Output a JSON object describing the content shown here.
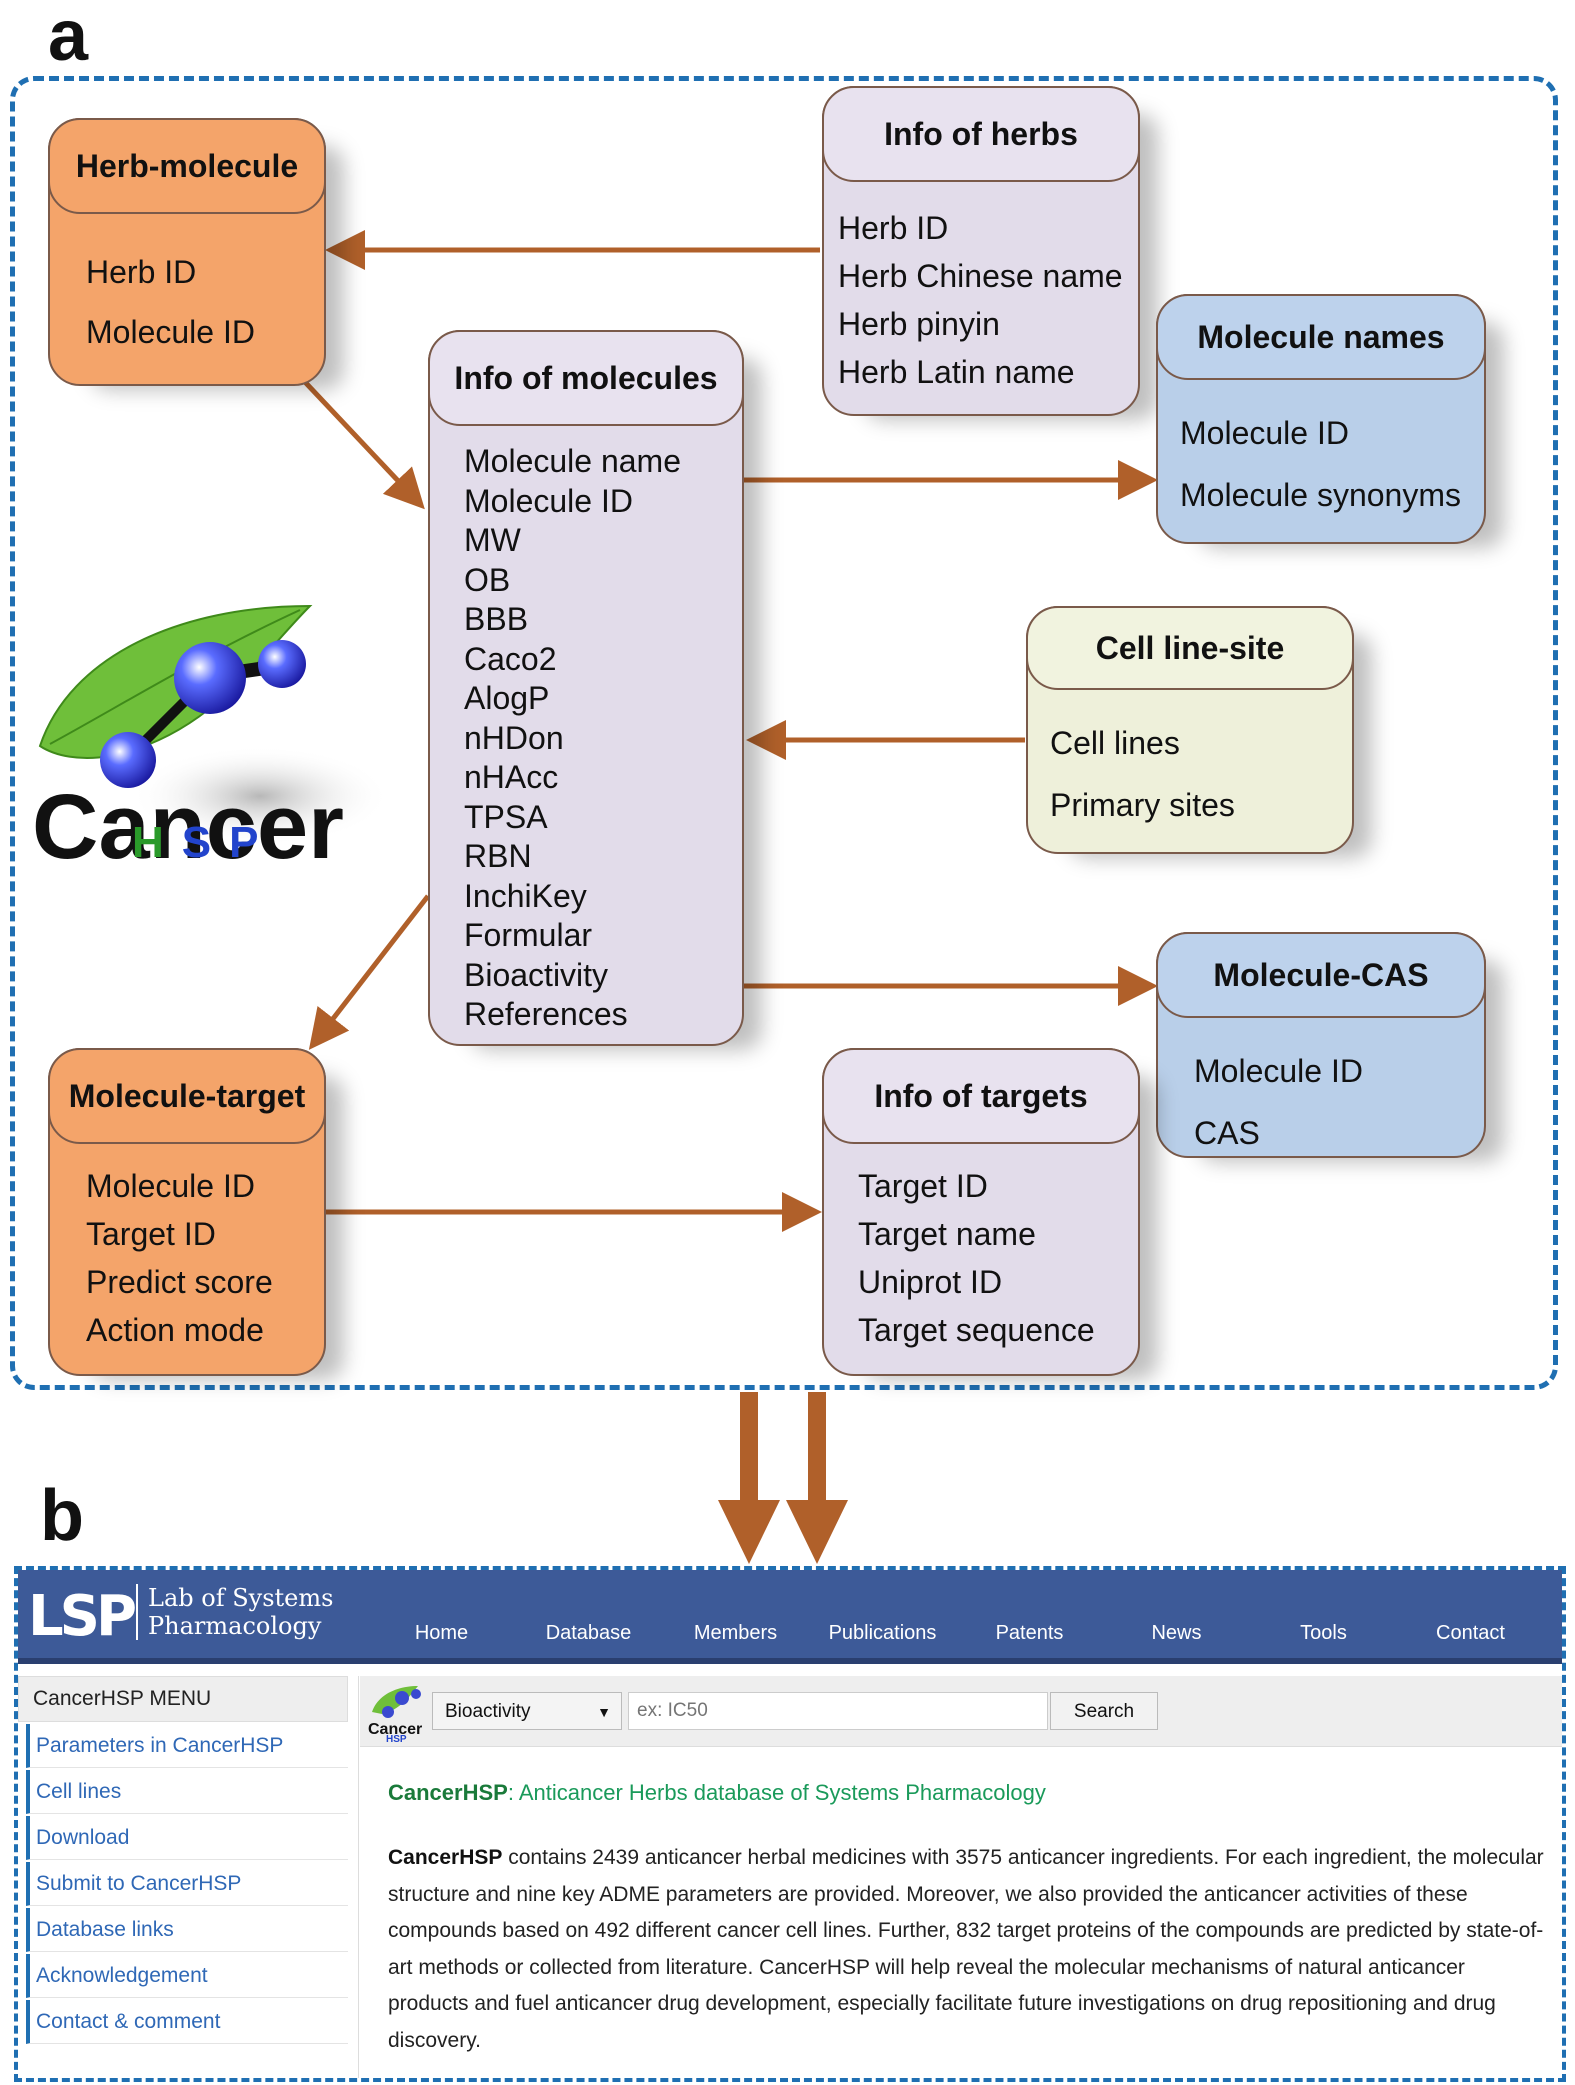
{
  "panel_a": {
    "letter": "a",
    "herb_molecule": {
      "title": "Herb-molecule",
      "items": [
        "Herb ID",
        "Molecule ID"
      ]
    },
    "info_herbs": {
      "title": "Info of herbs",
      "items": [
        "Herb ID",
        "Herb Chinese name",
        "Herb pinyin",
        "Herb Latin name"
      ]
    },
    "molecule_names": {
      "title": "Molecule names",
      "items": [
        "Molecule ID",
        "Molecule synonyms"
      ]
    },
    "info_molecules": {
      "title": "Info of molecules",
      "items": [
        "Molecule name",
        "Molecule ID",
        "MW",
        "OB",
        "BBB",
        "Caco2",
        "AlogP",
        "nHDon",
        "nHAcc",
        "TPSA",
        "RBN",
        "InchiKey",
        "Formular",
        "Bioactivity",
        "References"
      ]
    },
    "cell_line_site": {
      "title": "Cell line-site",
      "items": [
        "Cell lines",
        "Primary sites"
      ]
    },
    "molecule_cas": {
      "title": "Molecule-CAS",
      "items": [
        "Molecule ID",
        "CAS"
      ]
    },
    "molecule_target": {
      "title": "Molecule-target",
      "items": [
        "Molecule ID",
        "Target ID",
        "Predict score",
        "Action mode"
      ]
    },
    "info_targets": {
      "title": "Info of targets",
      "items": [
        "Target ID",
        "Target name",
        "Uniprot ID",
        "Target sequence"
      ]
    },
    "logo": {
      "main": "Cancer",
      "sub_h": "H",
      "sub_s": "S",
      "sub_p": "P"
    }
  },
  "panel_b": {
    "letter": "b",
    "lab_logo": "LSP",
    "lab_name_1": "Lab of Systems",
    "lab_name_2": "Pharmacology",
    "nav": [
      "Home",
      "Database",
      "Members",
      "Publications",
      "Patents",
      "News",
      "Tools",
      "Contact"
    ],
    "menu_title": "CancerHSP MENU",
    "menu_items": [
      "Parameters in CancerHSP",
      "Cell lines",
      "Download",
      "Submit to CancerHSP",
      "Database links",
      "Acknowledgement",
      "Contact & comment"
    ],
    "search_select": "Bioactivity",
    "search_placeholder": "ex: IC50",
    "search_button": "Search",
    "headline_name": "CancerHSP",
    "headline_rest": ": Anticancer Herbs database of Systems Pharmacology",
    "intro_name": "CancerHSP",
    "intro_text": " contains 2439 anticancer herbal medicines with 3575 anticancer ingredients. For each ingredient, the molecular structure and nine key ADME parameters are provided. Moreover, we also provided the anticancer activities of these compounds based on 492 different cancer cell lines. Further, 832 target proteins of the compounds are predicted by state-of-art methods or collected from literature. CancerHSP will help reveal the molecular mechanisms of natural anticancer products and fuel anticancer drug development, especially facilitate future investigations on drug repositioning and drug discovery.",
    "mini_logo": "Cancer",
    "mini_logo_sub": "HSP"
  },
  "colors": {
    "orange": "#f4a46a",
    "lilac": "#e2dcea",
    "blue": "#b9cfe9",
    "green": "#eef0da",
    "arrow": "#b0602a",
    "frame": "#1f6fb2",
    "nav": "#3d5a98"
  }
}
